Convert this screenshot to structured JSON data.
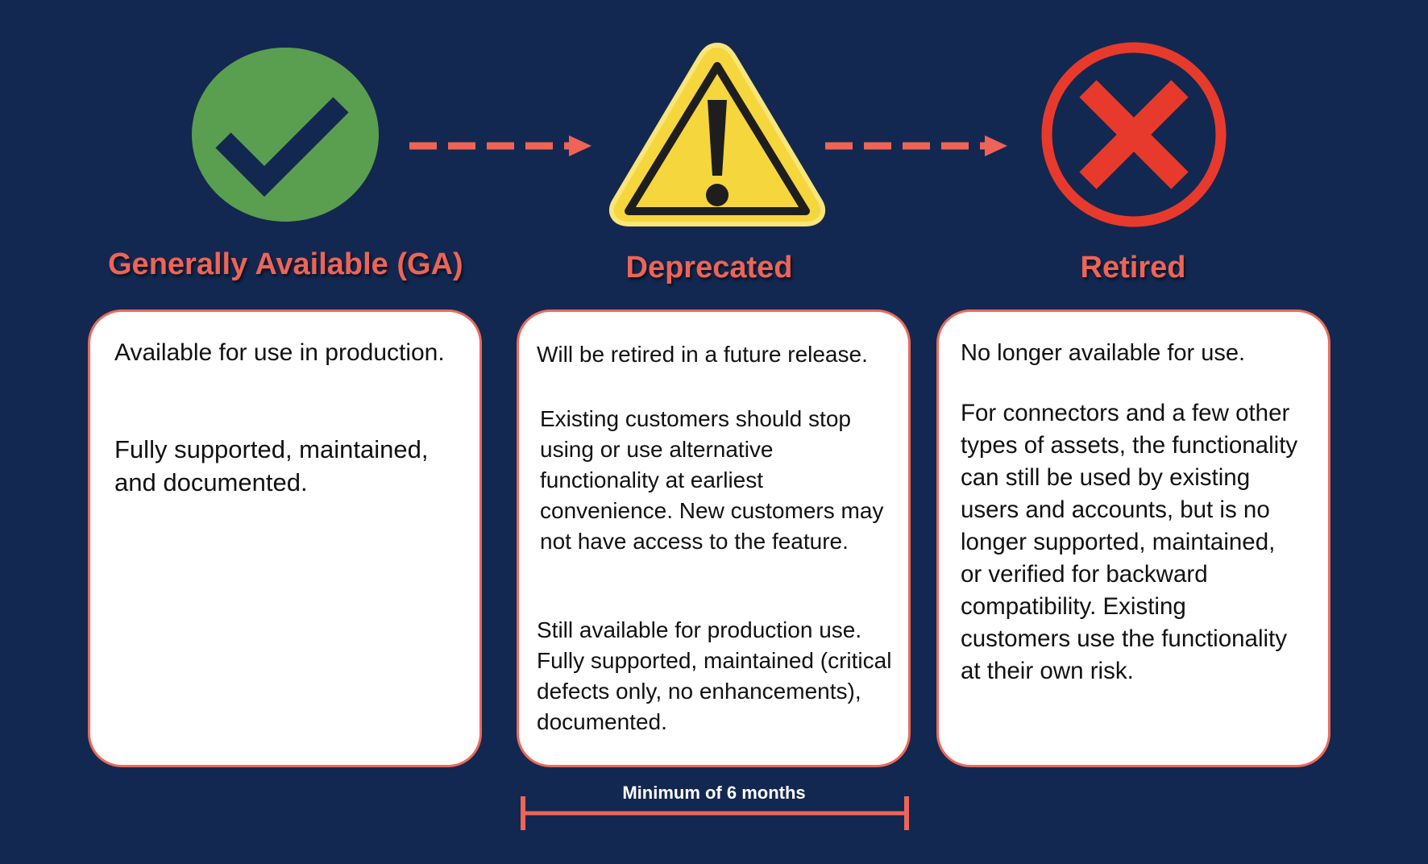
{
  "stages": [
    {
      "title": "Generally Available (GA)",
      "icon": "check-circle-icon",
      "paragraphs": [
        "Available for use in production.",
        "Fully supported, maintained, and documented."
      ]
    },
    {
      "title": "Deprecated",
      "icon": "warning-triangle-icon",
      "paragraphs": [
        "Will be retired in a future release.",
        "Existing customers should stop using or use alternative functionality at earliest convenience. New customers may not have access to the feature.",
        "Still available for production use. Fully supported, maintained (critical defects only, no enhancements), documented."
      ]
    },
    {
      "title": "Retired",
      "icon": "x-circle-icon",
      "paragraphs": [
        "No longer available for use.",
        "For connectors and a few other types of assets, the functionality can still be used by existing users and accounts, but is no longer supported, maintained, or verified for backward compatibility. Existing customers use the functionality at their own risk."
      ]
    }
  ],
  "duration": {
    "label": "Minimum of 6 months"
  },
  "colors": {
    "background": "#132850",
    "accent": "#ee6457",
    "check_green": "#5a9e4f",
    "warning_yellow": "#f5d63d",
    "retired_red": "#e83a2c"
  }
}
